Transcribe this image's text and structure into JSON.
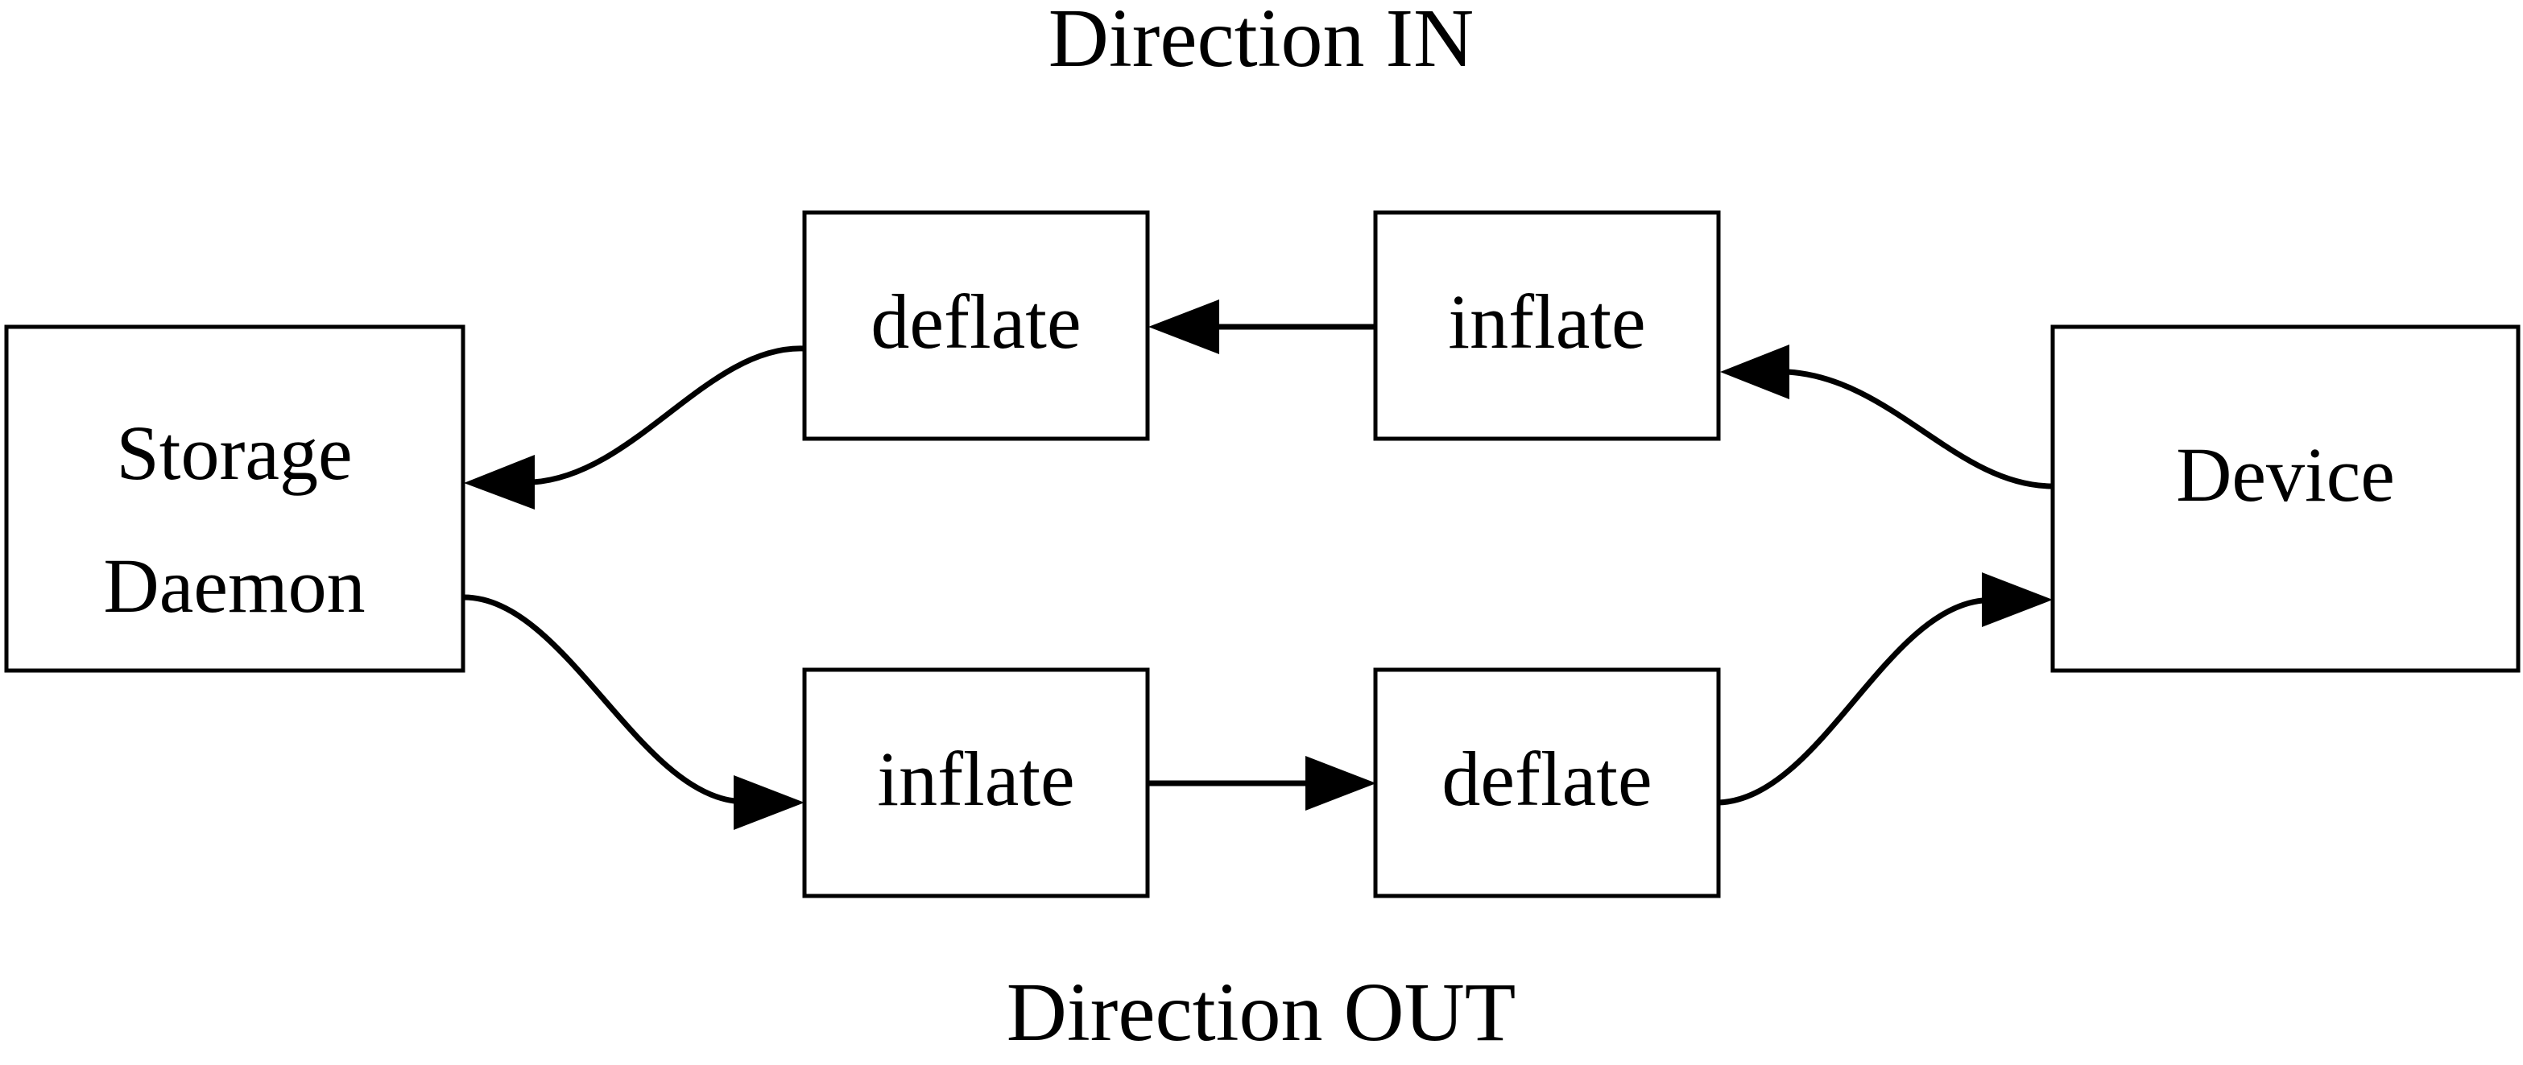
{
  "diagram": {
    "title_top": "Direction IN",
    "title_bottom": "Direction OUT",
    "stroke_color": "#000000",
    "fill_color": "#ffffff",
    "nodes": {
      "storage_daemon": {
        "line1": "Storage",
        "line2": "Daemon"
      },
      "top_deflate": {
        "label": "deflate"
      },
      "top_inflate": {
        "label": "inflate"
      },
      "bottom_inflate": {
        "label": "inflate"
      },
      "bottom_deflate": {
        "label": "deflate"
      },
      "device": {
        "label": "Device"
      }
    },
    "edges": [
      {
        "from": "Device",
        "to": "inflate (top)",
        "shape": "curve",
        "direction": "left"
      },
      {
        "from": "inflate (top)",
        "to": "deflate (top)",
        "shape": "straight",
        "direction": "left"
      },
      {
        "from": "deflate (top)",
        "to": "Storage Daemon",
        "shape": "curve",
        "direction": "left"
      },
      {
        "from": "Storage Daemon",
        "to": "inflate (bottom)",
        "shape": "curve",
        "direction": "right"
      },
      {
        "from": "inflate (bottom)",
        "to": "deflate (bottom)",
        "shape": "straight",
        "direction": "right"
      },
      {
        "from": "deflate (bottom)",
        "to": "Device",
        "shape": "curve",
        "direction": "right"
      }
    ]
  }
}
